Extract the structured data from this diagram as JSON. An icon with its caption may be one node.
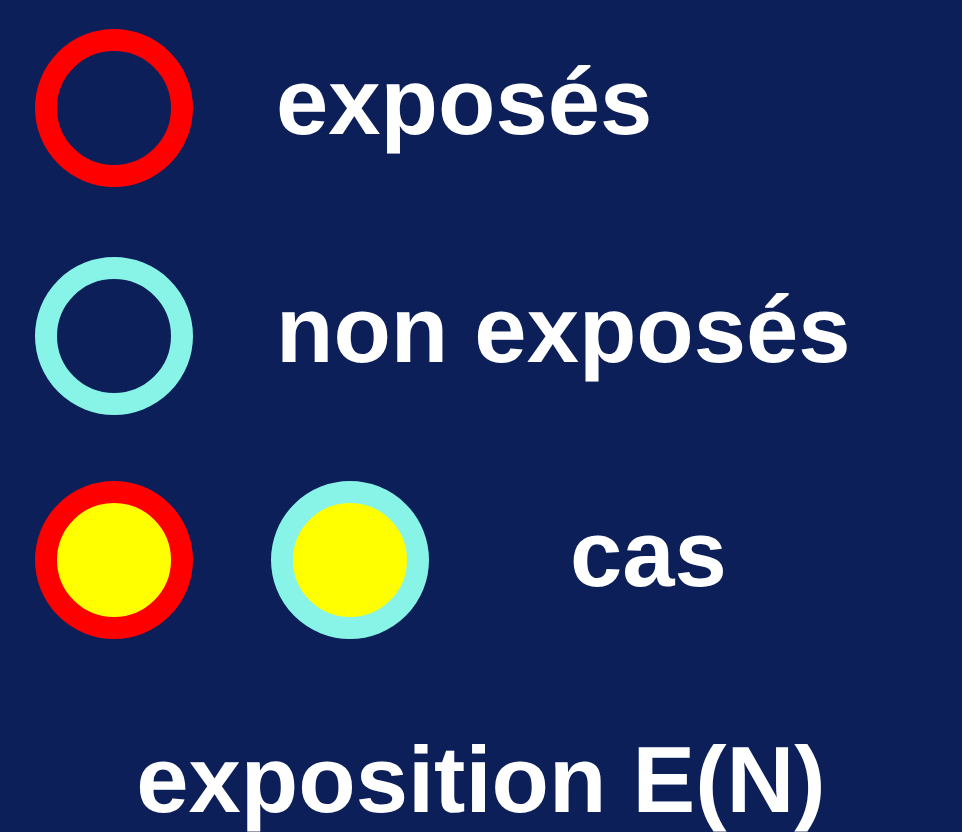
{
  "diagram": {
    "legend": [
      {
        "text": "exposés",
        "color": "#ff0000"
      },
      {
        "text": "non exposés",
        "color": "#88f4e8"
      },
      {
        "text": "cas",
        "color": "#ffff00"
      }
    ],
    "labels": [
      "exposition E(N)"
    ]
  }
}
